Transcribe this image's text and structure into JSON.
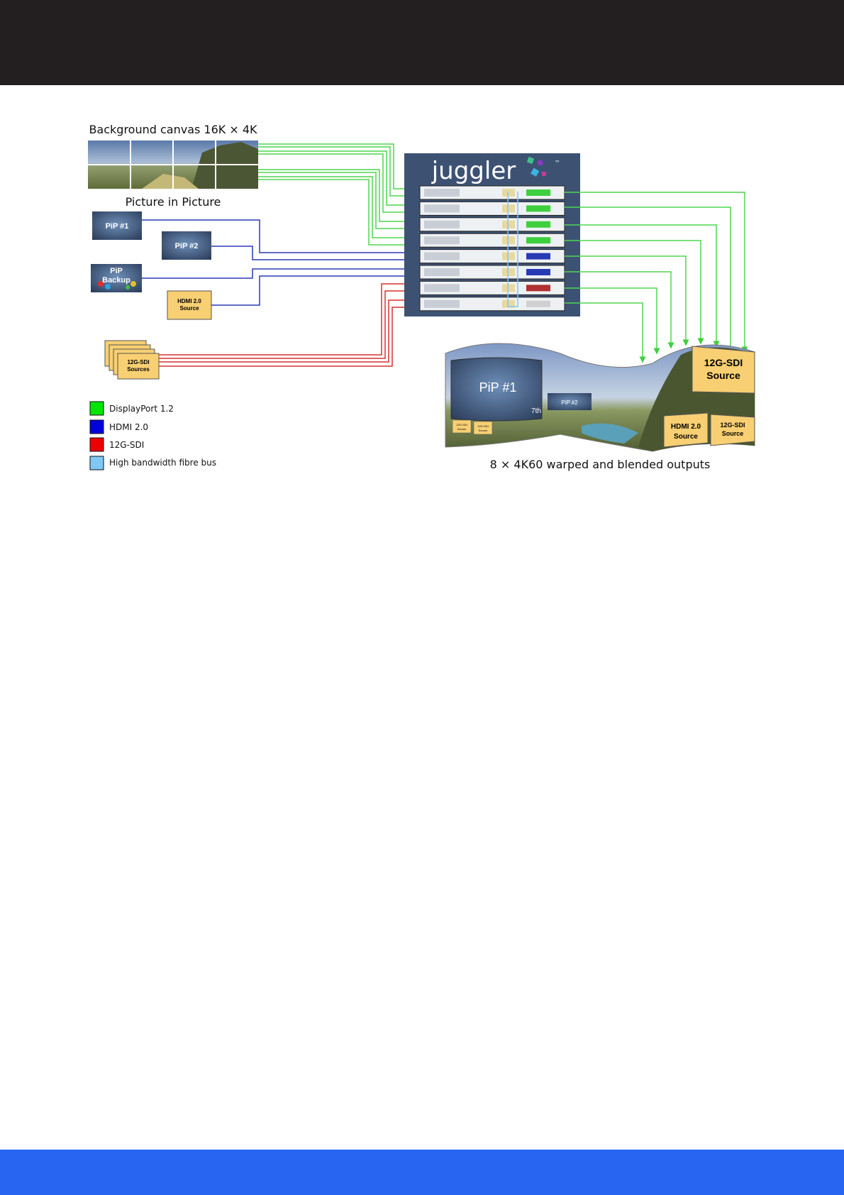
{
  "headings": {
    "background_canvas": "Background canvas 16K × 4K",
    "picture_in_picture": "Picture in Picture",
    "outputs": "8 × 4K60 warped and blended outputs"
  },
  "sources": {
    "pip1": "PiP #1",
    "pip2": "PiP #2",
    "pip_backup_line1": "PiP",
    "pip_backup_line2": "Backup",
    "hdmi_line1": "HDMI 2.0",
    "hdmi_line2": "Source",
    "sdi_line1": "12G-SDI",
    "sdi_line2": "Sources"
  },
  "juggler": {
    "logo": "juggler",
    "tm": "™",
    "units": 8
  },
  "output_screen": {
    "pip1": "PiP #1",
    "pip2": "PiP #2",
    "brand_small": "7th",
    "sdi_big_line1": "12G-SDI",
    "sdi_big_line2": "Source",
    "hdmi_line1": "HDMI 2.0",
    "hdmi_line2": "Source",
    "sdi_small_line1": "12G-SDI",
    "sdi_small_line2": "Source",
    "tiny1_line1": "12G-SDI",
    "tiny1_line2": "Source",
    "tiny2_line1": "12G-SDI",
    "tiny2_line2": "Source"
  },
  "legend": [
    {
      "label": "DisplayPort 1.2",
      "color": "#00e600"
    },
    {
      "label": "HDMI 2.0",
      "color": "#0000dd"
    },
    {
      "label": "12G-SDI",
      "color": "#ee0000"
    },
    {
      "label": "High bandwidth fibre bus",
      "color": "#7fc8f5"
    }
  ],
  "colors": {
    "displayport": "#4fd64f",
    "hdmi": "#2a3ab5",
    "sdi": "#d83030",
    "source_box": "#f8cf72",
    "juggler_panel": "#3d5273",
    "header_bar": "#231f20",
    "footer_bar": "#2866f2"
  }
}
